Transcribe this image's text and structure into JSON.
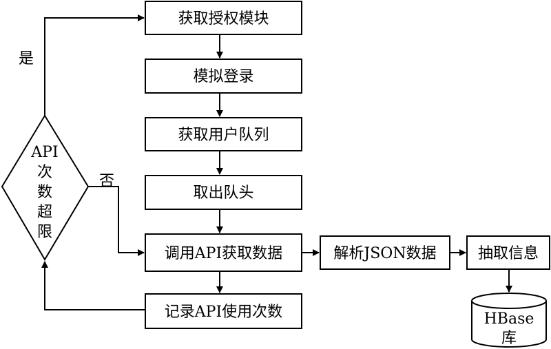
{
  "nodes": {
    "get_auth": "获取授权模块",
    "sim_login": "模拟登录",
    "get_queue": "获取用户队列",
    "dequeue": "取出队头",
    "call_api": "调用API获取数据",
    "record_api": "记录API使用次数",
    "parse_json": "解析JSON数据",
    "extract": "抽取信息",
    "hbase_line1": "HBase",
    "hbase_line2": "库",
    "decision_line1": "API",
    "decision_line2": "次",
    "decision_line3": "数",
    "decision_line4": "超",
    "decision_line5": "限"
  },
  "edge_labels": {
    "yes": "是",
    "no": "否"
  },
  "colors": {
    "stroke": "#000000",
    "fill": "#ffffff"
  }
}
